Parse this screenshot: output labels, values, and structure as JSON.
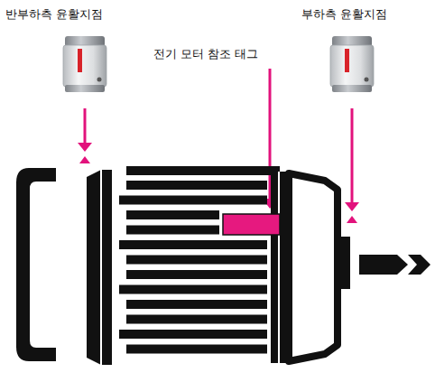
{
  "diagram": {
    "labels": [
      "반부하측 윤활지점",
      "부하측 윤활지점",
      "전기 모터 참조 태그"
    ]
  }
}
